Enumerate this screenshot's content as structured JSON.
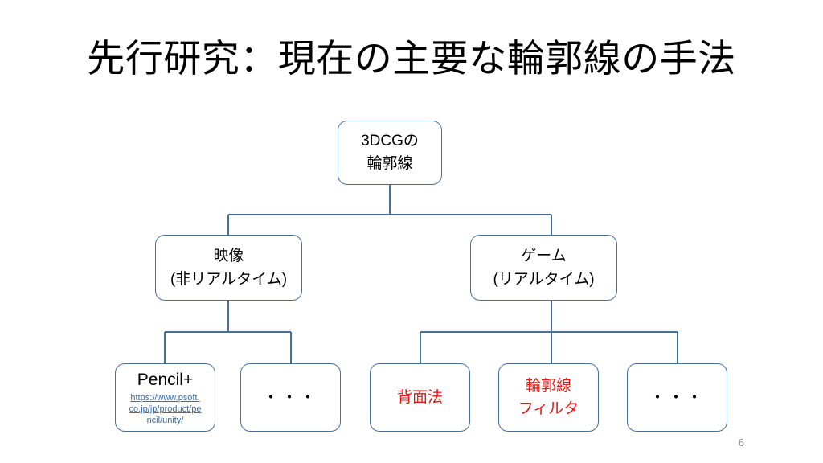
{
  "slide": {
    "title": "先行研究：現在の主要な輪郭線の手法",
    "page_number": "6",
    "background_color": "#ffffff",
    "node_border_color": "#4a7099",
    "accent_red": "#e01b18",
    "link_color": "#3b6ea5"
  },
  "diagram": {
    "type": "tree",
    "root": {
      "name": "root-3dcg-outline",
      "line1": "3DCGの",
      "line2": "輪郭線"
    },
    "level2": [
      {
        "name": "video-non-realtime",
        "line1": "映像",
        "line2": "(非リアルタイム)"
      },
      {
        "name": "game-realtime",
        "line1": "ゲーム",
        "line2": "(リアルタイム)"
      }
    ],
    "leaves": [
      {
        "name": "pencil-plus",
        "title": "Pencil+",
        "url_line1": "https://www.psoft.",
        "url_line2": "co.jp/jp/product/pe",
        "url_line3": "ncil/unity/",
        "url_full": "https://www.psoft.co.jp/jp/product/pencil/unity/"
      },
      {
        "name": "ellipsis-video",
        "dots": "・・・"
      },
      {
        "name": "back-face-method",
        "line1": "背面法",
        "color": "#e01b18"
      },
      {
        "name": "outline-filter",
        "line1": "輪郭線",
        "line2": "フィルタ",
        "color": "#e01b18"
      },
      {
        "name": "ellipsis-game",
        "dots": "・・・"
      }
    ]
  }
}
